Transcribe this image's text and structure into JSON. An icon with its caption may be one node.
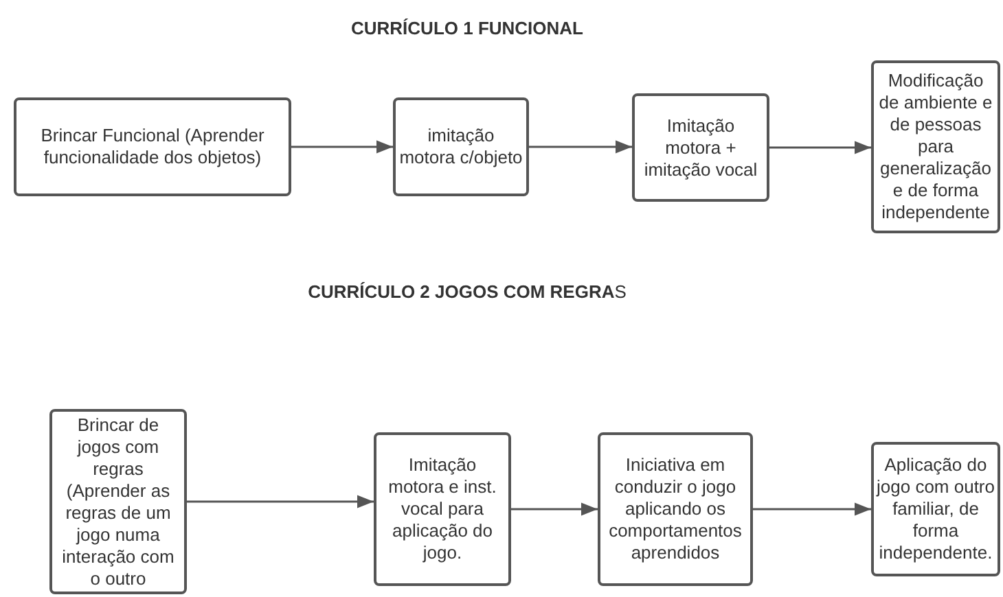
{
  "diagram": {
    "nodes": [
      {
        "text": [
          "Brincar Funcional (Aprender funcionalidade dos objetos)"
        ]
      },
      {
        "text": [
          "imitação motora c/objeto"
        ]
      },
      {
        "text": [
          "Imitação motora + imitação vocal"
        ]
      },
      {
        "text": [
          "Modificação de ambiente e de pessoas para generalização e de forma independente"
        ]
      },
      {
        "text": [
          "Brincar de jogos com regras (Aprender as regras de um jogo numa interação com o outro"
        ]
      },
      {
        "text": [
          "Imitação motora e inst. vocal para aplicação do jogo."
        ]
      },
      {
        "text": [
          "Iniciativa em conduzir o jogo aplicando os comportamentos aprendidos"
        ]
      },
      {
        "text": [
          "Aplicação do jogo com outro familiar, de forma independente."
        ]
      }
    ],
    "edges": [
      {
        "from": 0,
        "to": 1,
        "arrow": "to"
      },
      {
        "from": 1,
        "to": 2,
        "arrow": "to"
      },
      {
        "from": 2,
        "to": 3,
        "arrow": "to"
      },
      {
        "from": 4,
        "to": 5,
        "arrow": "to"
      },
      {
        "from": 5,
        "to": 6,
        "arrow": "to"
      },
      {
        "from": 6,
        "to": 7,
        "arrow": "to"
      }
    ],
    "labels": [
      "CURRÍCULO 1 FUNCIONAL",
      "**CURRÍCULO 2 JOGOS COM REGRA**S"
    ]
  }
}
